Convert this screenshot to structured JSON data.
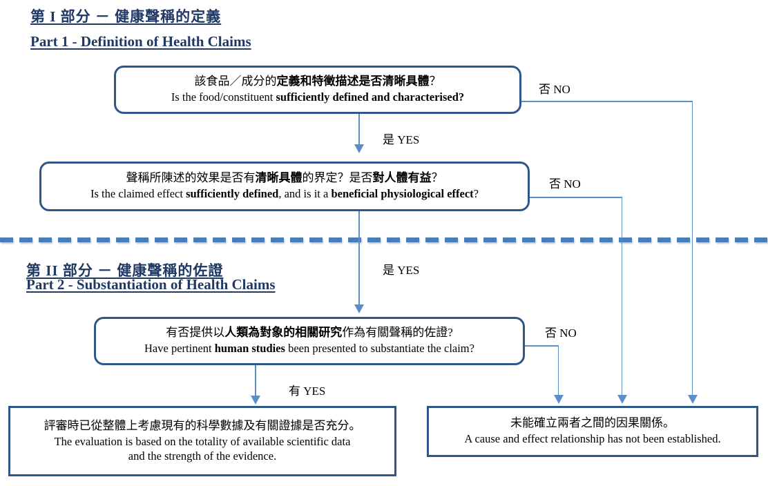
{
  "document": {
    "title": "Health Claims Assessment Flowchart"
  },
  "part1": {
    "heading_cn": "第 I 部分 － 健康聲稱的定義",
    "heading_en": "Part 1 - Definition of Health Claims"
  },
  "part2": {
    "heading_cn": "第 II 部分 － 健康聲稱的佐證",
    "heading_en": "Part 2 - Substantiation of Health Claims"
  },
  "divider": {
    "color": "#4a7ebb",
    "style": "dashed"
  },
  "colors": {
    "heading": "#1f3864",
    "box_border": "#2e5689",
    "connector": "#5b8fc9",
    "divider": "#4a7ebb"
  },
  "boxes": {
    "define": {
      "cn_plain_1": "該食品／成分的",
      "cn_bold_1": "定義和特徵描述是否清晰具體",
      "cn_plain_2": "？",
      "en_plain_1": "Is the food/constituent ",
      "en_bold_1": "sufficiently defined and characterised?"
    },
    "effect": {
      "cn_plain_1": "聲稱所陳述的效果是否有",
      "cn_bold_1": "清晰具體",
      "cn_plain_2": "的界定？是否",
      "cn_bold_2": "對人體有益",
      "cn_plain_3": "？",
      "en_plain_1": "Is the claimed effect ",
      "en_bold_1": "sufficiently defined",
      "en_plain_2": ", and is it a ",
      "en_bold_2": "beneficial physiological effect",
      "en_plain_3": "?"
    },
    "human": {
      "cn_plain_1": "有否提供以",
      "cn_bold_1": "人類為對象的相關研究",
      "cn_plain_2": "作為有關聲稱的佐證?",
      "en_plain_1": "Have pertinent ",
      "en_bold_1": "human studies",
      "en_plain_2": " been presented to substantiate the claim?"
    },
    "evaluation": {
      "cn": "評審時已從整體上考慮現有的科學數據及有關證據是否充分。",
      "en_line1": "The evaluation is based on the totality of available scientific data",
      "en_line2": "and the strength of the evidence."
    },
    "no_relationship": {
      "cn": "未能確立兩者之間的因果關係。",
      "en": "A cause and effect relationship has not been established."
    }
  },
  "edges": {
    "define_yes": {
      "cn": "是",
      "en": "YES"
    },
    "define_no": {
      "cn": "否",
      "en": "NO"
    },
    "effect_yes": {
      "cn": "是",
      "en": "YES"
    },
    "effect_no": {
      "cn": "否",
      "en": "NO"
    },
    "human_yes": {
      "cn": "有",
      "en": "YES"
    },
    "human_no": {
      "cn": "否",
      "en": "NO"
    }
  }
}
